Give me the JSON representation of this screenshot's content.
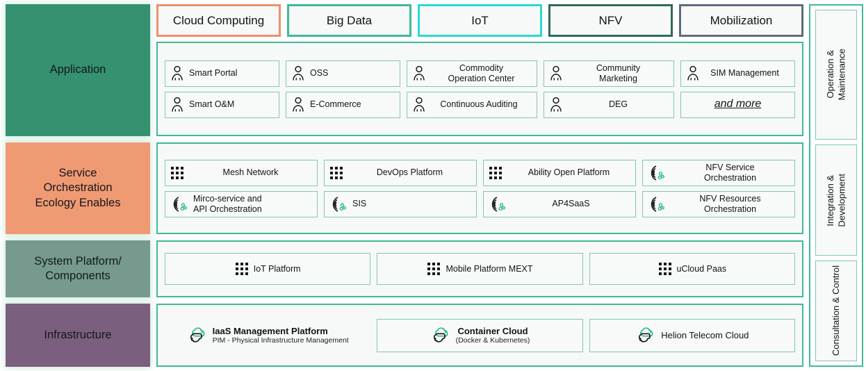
{
  "colors": {
    "application_block": "#359170",
    "service_block": "#f09a74",
    "system_block": "#769a8e",
    "infrastructure_block": "#7b5f7e",
    "teal_border": "#3fb999",
    "cloud_computing_border": "#ef8f6e",
    "big_data_border": "#3fb999",
    "iot_border": "#2ad9d4",
    "nfv_border": "#2e6b5b",
    "mobilization_border": "#5f6b7c",
    "icon_accent_green": "#2ebb8c"
  },
  "categories": [
    {
      "label": "Cloud Computing",
      "border": "#ef8f6e"
    },
    {
      "label": "Big Data",
      "border": "#3fb999"
    },
    {
      "label": "IoT",
      "border": "#2ad9d4"
    },
    {
      "label": "NFV",
      "border": "#2e6b5b"
    },
    {
      "label": "Mobilization",
      "border": "#5f6b7c"
    }
  ],
  "layers": {
    "application": {
      "label": "Application",
      "row1": [
        {
          "text": "Smart Portal",
          "icon": "person-icon"
        },
        {
          "text": "OSS",
          "icon": "person-icon"
        },
        {
          "text": "Commodity\nOperation Center",
          "icon": "person-icon"
        },
        {
          "text": "Community\nMarketing",
          "icon": "person-icon"
        },
        {
          "text": "SIM Management",
          "icon": "person-icon"
        }
      ],
      "row2": [
        {
          "text": "Smart O&M",
          "icon": "person-icon"
        },
        {
          "text": "E-Commerce",
          "icon": "person-icon"
        },
        {
          "text": "Continuous Auditing",
          "icon": "person-icon"
        },
        {
          "text": "DEG",
          "icon": "person-icon"
        },
        {
          "text": "and more",
          "icon": "none"
        }
      ]
    },
    "service": {
      "label": "Service\nOrchestration\nEcology Enables",
      "row1": [
        {
          "text": "Mesh Network",
          "icon": "dot-grid-icon"
        },
        {
          "text": "DevOps Platform",
          "icon": "dot-grid-icon"
        },
        {
          "text": "Ability Open Platform",
          "icon": "dot-grid-icon"
        },
        {
          "text": "NFV Service\nOrchestration",
          "icon": "orchestration-icon"
        }
      ],
      "row2": [
        {
          "text": "Mirco-service and\nAPI Orchestration",
          "icon": "orchestration-icon"
        },
        {
          "text": "SIS",
          "icon": "orchestration-icon"
        },
        {
          "text": "AP4SaaS",
          "icon": "orchestration-icon"
        },
        {
          "text": "NFV Resources\nOrchestration",
          "icon": "orchestration-icon"
        }
      ]
    },
    "system": {
      "label": "System Platform/\nComponents",
      "row1": [
        {
          "text": "IoT Platform",
          "icon": "dot-grid-icon"
        },
        {
          "text": "Mobile Platform MEXT",
          "icon": "dot-grid-icon"
        },
        {
          "text": "uCloud Paas",
          "icon": "dot-grid-icon"
        }
      ]
    },
    "infrastructure": {
      "label": "Infrastructure",
      "row1": [
        {
          "title": "IaaS Management Platform",
          "subtitle": "PIM - Physical Infrastructure Management",
          "icon": "cloud-sync-icon",
          "bordered": false
        },
        {
          "title": "Container Cloud",
          "subtitle": "(Docker & Kubernetes)",
          "icon": "cloud-sync-icon",
          "bordered": true
        },
        {
          "title": "Helion Telecom Cloud",
          "subtitle": "",
          "icon": "cloud-sync-icon",
          "bordered": true
        }
      ]
    }
  },
  "sidebar": {
    "panels": [
      {
        "label": "Operation &\nMaintenance"
      },
      {
        "label": "Integration &\nDevelopment"
      },
      {
        "label": "Consultation & Control"
      }
    ]
  }
}
